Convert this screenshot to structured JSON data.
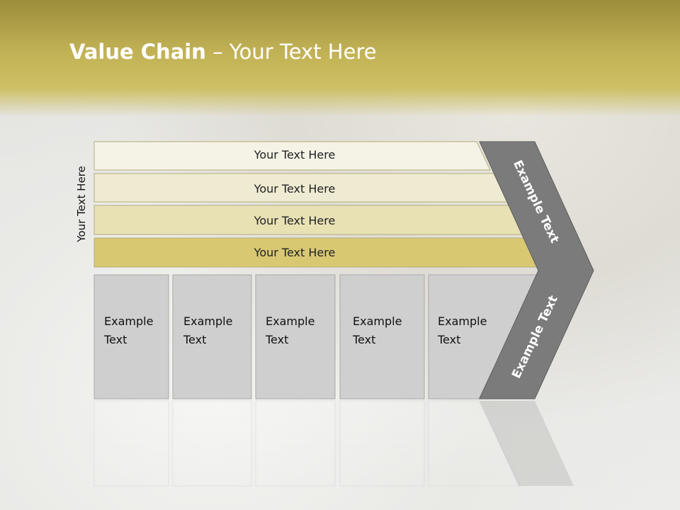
{
  "title": {
    "bold": "Value Chain",
    "rest": " – Your Text Here"
  },
  "side_label": "Your Text Here",
  "support_bars": [
    {
      "label": "Your Text Here",
      "color": "#f5f3e6"
    },
    {
      "label": "Your Text Here",
      "color": "#efebd2"
    },
    {
      "label": "Your Text Here",
      "color": "#e8e1b4"
    },
    {
      "label": "Your Text Here",
      "color": "#d8c872"
    }
  ],
  "primary_boxes": [
    {
      "line1": "Example",
      "line2": "Text"
    },
    {
      "line1": "Example",
      "line2": "Text"
    },
    {
      "line1": "Example",
      "line2": "Text"
    },
    {
      "line1": "Example",
      "line2": "Text"
    },
    {
      "line1": "Example",
      "line2": "Text"
    }
  ],
  "chevron": {
    "upper_label": "Example Text",
    "lower_label": "Example Text",
    "color": "#7b7b7b"
  },
  "colors": {
    "header": "#c2b256",
    "box_fill": "#cfcfcf",
    "box_border": "#a8a8a8"
  }
}
